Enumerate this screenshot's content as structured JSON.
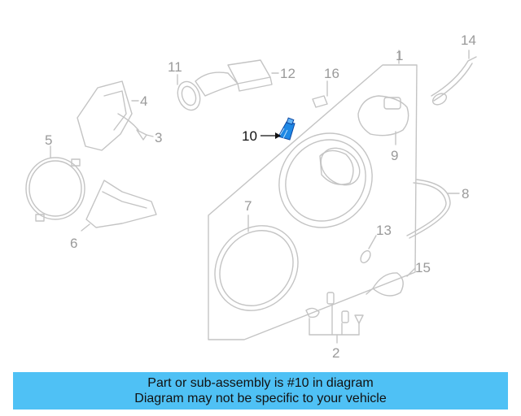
{
  "diagram": {
    "labels": {
      "l1": "1",
      "l2": "2",
      "l3": "3",
      "l4": "4",
      "l5": "5",
      "l6": "6",
      "l7": "7",
      "l8": "8",
      "l9": "9",
      "l10": "10",
      "l11": "11",
      "l12": "12",
      "l13": "13",
      "l14": "14",
      "l15": "15",
      "l16": "16"
    },
    "highlight_part": "10",
    "colors": {
      "line": "#c4c4c4",
      "label": "#9a9a9a",
      "highlight": "#1e88e5",
      "highlight_label": "#111111"
    }
  },
  "banner": {
    "line1": "Part or sub-assembly is #10 in diagram",
    "line2": "Diagram may not be specific to your vehicle",
    "color": "#4fc1f5"
  }
}
